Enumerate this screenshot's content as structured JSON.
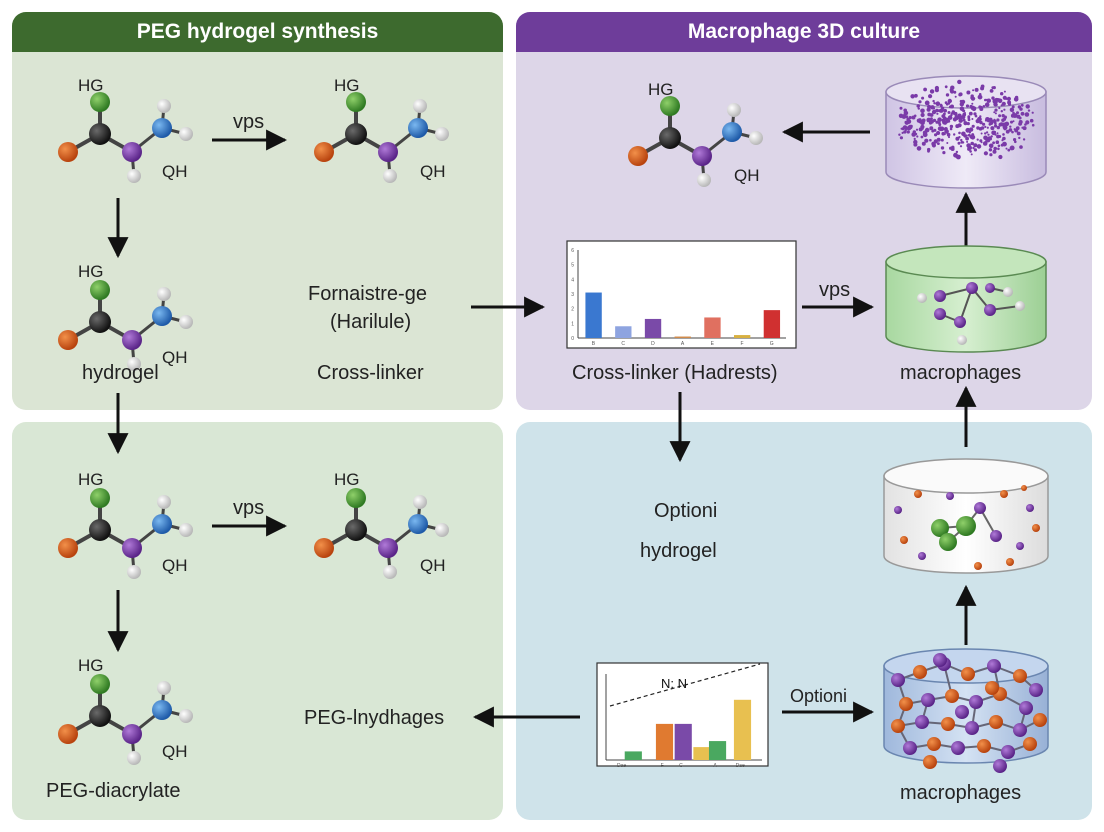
{
  "panels": {
    "left_title": "PEG hydrogel synthesis",
    "right_title": "Macrophage 3D culture"
  },
  "molecule": {
    "top_label": "HG",
    "side_label": "QH"
  },
  "arrow_labels": {
    "vps_top_left": "vps",
    "vps_bottom_left": "vps",
    "vps_right": "vps",
    "optioni": "Optioni"
  },
  "labels": {
    "hydrogel_left": "hydrogel",
    "formaistrege_line1": "Fornaistre-ge",
    "formaistrege_line2": "(Harilule)",
    "cross_linker": "Cross-linker",
    "cross_linker_hadrests": "Cross-linker (Hadrests)",
    "macrophages_top": "macrophages",
    "optioni_hydrogel_line1": "Optioni",
    "optioni_hydrogel_line2": "hydrogel",
    "peg_lnydhages": "PEG-lnydhages",
    "peg_diacrylate": "PEG-diacrylate",
    "macrophages_bottom": "macrophages"
  },
  "chart_data": [
    {
      "type": "bar",
      "categories": [
        "B",
        "C",
        "D",
        "A",
        "E",
        "F",
        "G"
      ],
      "values": [
        3.1,
        0.8,
        1.3,
        0.1,
        1.4,
        0.2,
        1.9
      ],
      "colors": [
        "#3a78d0",
        "#8ea4e0",
        "#7a4aa8",
        "#d08a4a",
        "#e07060",
        "#d8b040",
        "#d03030"
      ],
      "ylim": [
        0,
        6
      ],
      "yticks": [
        "0",
        "1",
        "2",
        "3",
        "4",
        "5",
        "6"
      ]
    },
    {
      "type": "bar",
      "title": "N: N",
      "categories": [
        "Dae",
        "F",
        "C",
        "A",
        "Dae"
      ],
      "values": [
        1.0,
        4.2,
        4.2,
        1.5,
        7.0
      ],
      "colors": [
        "#4aa860",
        "#e07a30",
        "#7a4aa8",
        "#e8c050",
        "#e8c050"
      ],
      "extra_bars": [
        1.5,
        2.2
      ],
      "ylim": [
        0,
        10
      ]
    }
  ]
}
